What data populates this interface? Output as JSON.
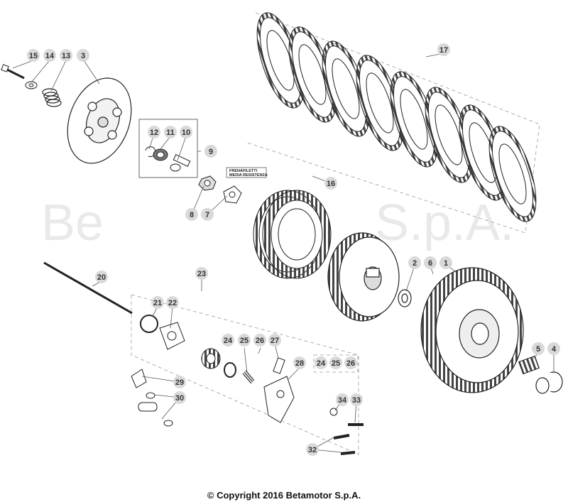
{
  "watermark": {
    "left": "Be",
    "right": "S.p.A."
  },
  "note_label": {
    "line1": "FRENAFILETTI",
    "line2": "MEDIA RESISTENZA"
  },
  "copyright": "© Copyright 2016 Betamotor S.p.A.",
  "callouts": {
    "c1": "1",
    "c2": "2",
    "c3": "3",
    "c4": "4",
    "c5": "5",
    "c6": "6",
    "c7": "7",
    "c8": "8",
    "c9": "9",
    "c10": "10",
    "c11": "11",
    "c12": "12",
    "c13": "13",
    "c14": "14",
    "c15": "15",
    "c16": "16",
    "c17": "17",
    "c20": "20",
    "c21": "21",
    "c22": "22",
    "c23": "23",
    "c24": "24",
    "c25": "25",
    "c26": "26",
    "c27": "27",
    "c28": "28",
    "c24b": "24",
    "c25b": "25",
    "c26b": "26",
    "c29": "29",
    "c30": "30",
    "c32": "32",
    "c33": "33",
    "c34": "34"
  },
  "colors": {
    "badge": "#d9d9d9",
    "line": "#333333",
    "watermark": "#e9e9e9"
  }
}
